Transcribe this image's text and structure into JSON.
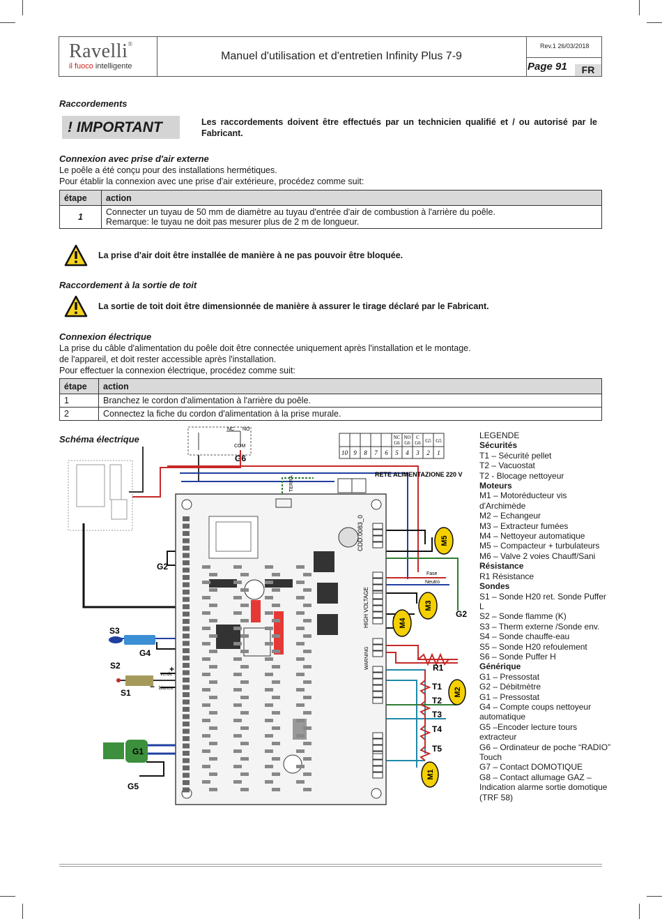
{
  "header": {
    "brand": "Ravelli",
    "tagline_red": "il fuoco",
    "tagline_rest": " intelligente",
    "title": "Manuel d'utilisation et d'entretien Infinity Plus 7-9",
    "revision": "Rev.1  26/03/2018",
    "page": "Page 91",
    "lang": "FR"
  },
  "section1": {
    "heading": "Raccordements",
    "important_label": "!  IMPORTANT",
    "important_text": "Les raccordements doivent être effectués par un technicien qualifié et / ou autorisé par le Fabricant."
  },
  "section2": {
    "heading": "Connexion avec prise d'air externe",
    "line1": "Le poêle a été conçu pour des installations hermétiques.",
    "line2": "Pour établir la connexion avec une prise d'air extérieure, procédez comme suit:",
    "table": {
      "col1": "étape",
      "col2": "action",
      "rows": [
        {
          "step": "1",
          "line1": "Connecter un tuyau de 50 mm de diamètre au tuyau d'entrée d'air de combustion à l'arrière du poêle.",
          "line2": "Remarque: le tuyau ne doit pas mesurer plus de 2 m de longueur."
        }
      ]
    },
    "warning": "La prise d'air doit être installée de manière à ne pas pouvoir être bloquée."
  },
  "section3": {
    "heading": "Raccordement à la sortie de toit",
    "warning": "La sortie de toit doit être dimensionnée de manière à assurer le tirage déclaré par le Fabricant."
  },
  "section4": {
    "heading": "Connexion électrique",
    "line1": "La prise du câble d'alimentation du poêle doit être connectée uniquement après l'installation et le montage.",
    "line2": "de l'appareil, et doit rester accessible après l'installation.",
    "line3": "Pour effectuer la connexion électrique, procédez comme suit:",
    "table": {
      "col1": "étape",
      "col2": "action",
      "rows": [
        {
          "step": "1",
          "action": "Branchez le cordon d'alimentation à l'arrière du poêle."
        },
        {
          "step": "2",
          "action": "Connectez la fiche du cordon d'alimentation à la prise murale."
        }
      ]
    }
  },
  "schema": {
    "heading": "Schéma électrique",
    "labels": {
      "g6": "G6",
      "g2a": "G2",
      "g2b": "G2",
      "g4": "G4",
      "s3": "S3",
      "s2": "S2",
      "s1": "S1",
      "g1": "G1",
      "g5": "G5",
      "r1": "R1",
      "t1": "T1",
      "t2": "T2",
      "t3": "T3",
      "t4": "T4",
      "t5": "T5",
      "m1": "M1",
      "m2": "M2",
      "m3": "M3",
      "m4": "M4",
      "m5": "M5",
      "rete": "RETE ALIMENTAZIONE 220 V",
      "terra": "TERRA",
      "fase": "Fase",
      "neutro": "Neutro",
      "verde": "verde",
      "bianco": "bianco",
      "plus": "+",
      "minus": "−",
      "nc": "NC",
      "no": "NO",
      "com": "COM",
      "board": "CDD.0083_0",
      "hv": "HIGH VOLTAGE",
      "warning": "WARNING"
    },
    "terminal_top": [
      "NC G6",
      "NO G6",
      "C G6",
      "G5",
      "G5"
    ],
    "terminal_nums": [
      "10",
      "9",
      "8",
      "7",
      "6",
      "5",
      "4",
      "3",
      "2",
      "1"
    ]
  },
  "legend": {
    "title": "LEGENDE",
    "groups": [
      {
        "head": "Sécurités",
        "items": [
          "T1 – Sécurité pellet",
          "T2 – Vacuostat",
          "T2  - Blocage nettoyeur"
        ]
      },
      {
        "head": "Moteurs",
        "items": [
          "M1 – Motoréducteur vis d'Archimède",
          "M2 – Echangeur",
          "M3 – Extracteur fumées",
          "M4 – Nettoyeur automatique",
          "M5 – Compacteur + turbulateurs",
          "M6 – Valve 2 voies Chauff/Sani"
        ]
      },
      {
        "head": "Résistance",
        "items": [
          "R1 Résistance"
        ]
      },
      {
        "head": "Sondes",
        "items": [
          "S1 – Sonde H20 ret. Sonde Puffer L",
          "S2 – Sonde flamme (K)",
          "S3 – Therm externe /Sonde env.",
          "S4 – Sonde chauffe-eau",
          "S5 – Sonde H20 refoulement",
          "S6 – Sonde Puffer H"
        ]
      },
      {
        "head": "Générique",
        "items": [
          "G1 – Pressostat",
          "G2 – Débitmètre",
          "G1 – Pressostat",
          "G4 – Compte coups nettoyeur automatique",
          "G5 –Encoder lecture tours extracteur",
          "G6 – Ordinateur de poche “RADIO” Touch",
          "G7 – Contact DOMOTIQUE",
          "G8 – Contact allumage GAZ – Indication alarme sortie domotique (TRF 58)"
        ]
      }
    ]
  }
}
